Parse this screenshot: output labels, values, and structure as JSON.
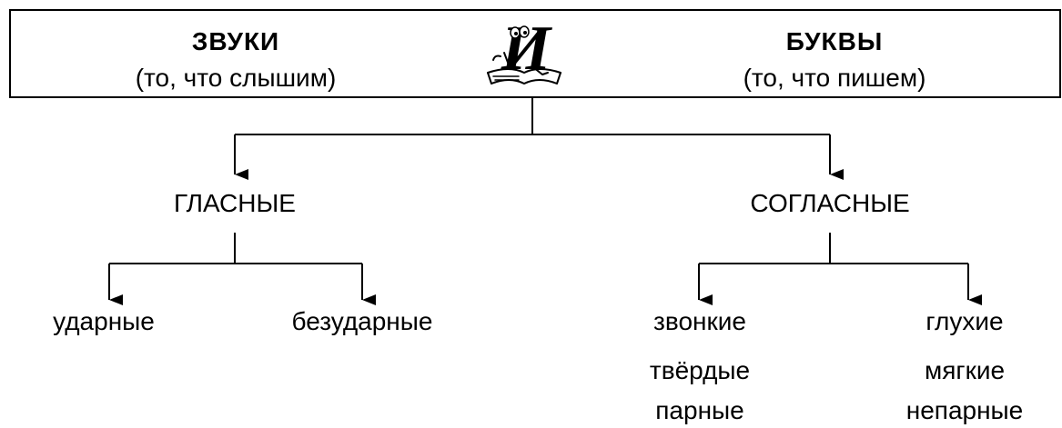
{
  "header": {
    "sounds_title": "ЗВУКИ",
    "sounds_subtitle": "(то,  что  слышим)",
    "letters_title": "БУКВЫ",
    "letters_subtitle": "(то,  что  пишем)",
    "logo_glyph": "И"
  },
  "vowels": {
    "label": "ГЛАСНЫЕ",
    "stressed": "ударные",
    "unstressed": "безударные"
  },
  "consonants": {
    "label": "СОГЛАСНЫЕ",
    "left": [
      "звонкие",
      "твёрдые",
      "парные"
    ],
    "right": [
      "глухие",
      "мягкие",
      "непарные"
    ]
  },
  "colors": {
    "ink": "#000000",
    "background": "#ffffff"
  }
}
